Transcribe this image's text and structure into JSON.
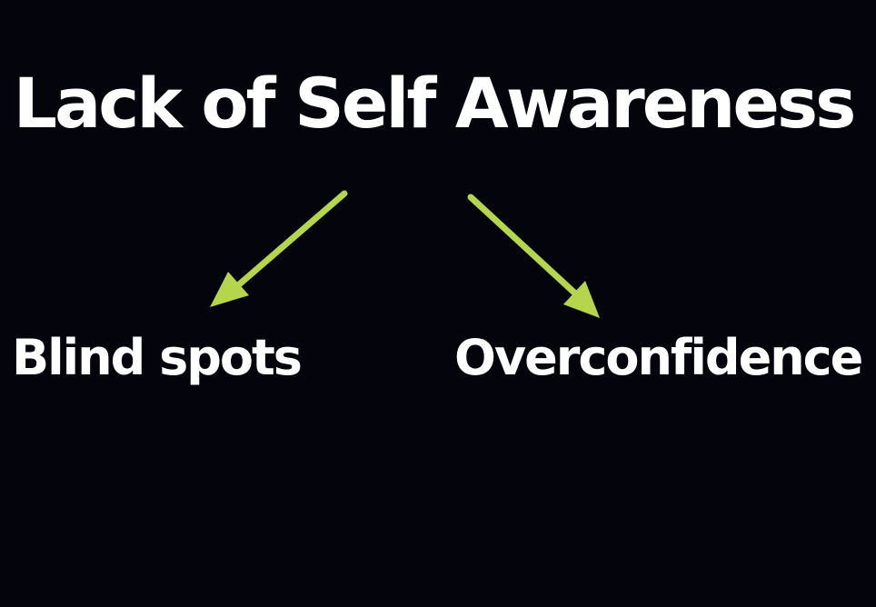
{
  "diagram": {
    "title": "Lack of Self Awareness",
    "branches": [
      {
        "label": "Blind spots"
      },
      {
        "label": "Overconfidence"
      }
    ],
    "colors": {
      "background": "#03040c",
      "text": "#ffffff",
      "arrow": "#b5d64b"
    }
  }
}
